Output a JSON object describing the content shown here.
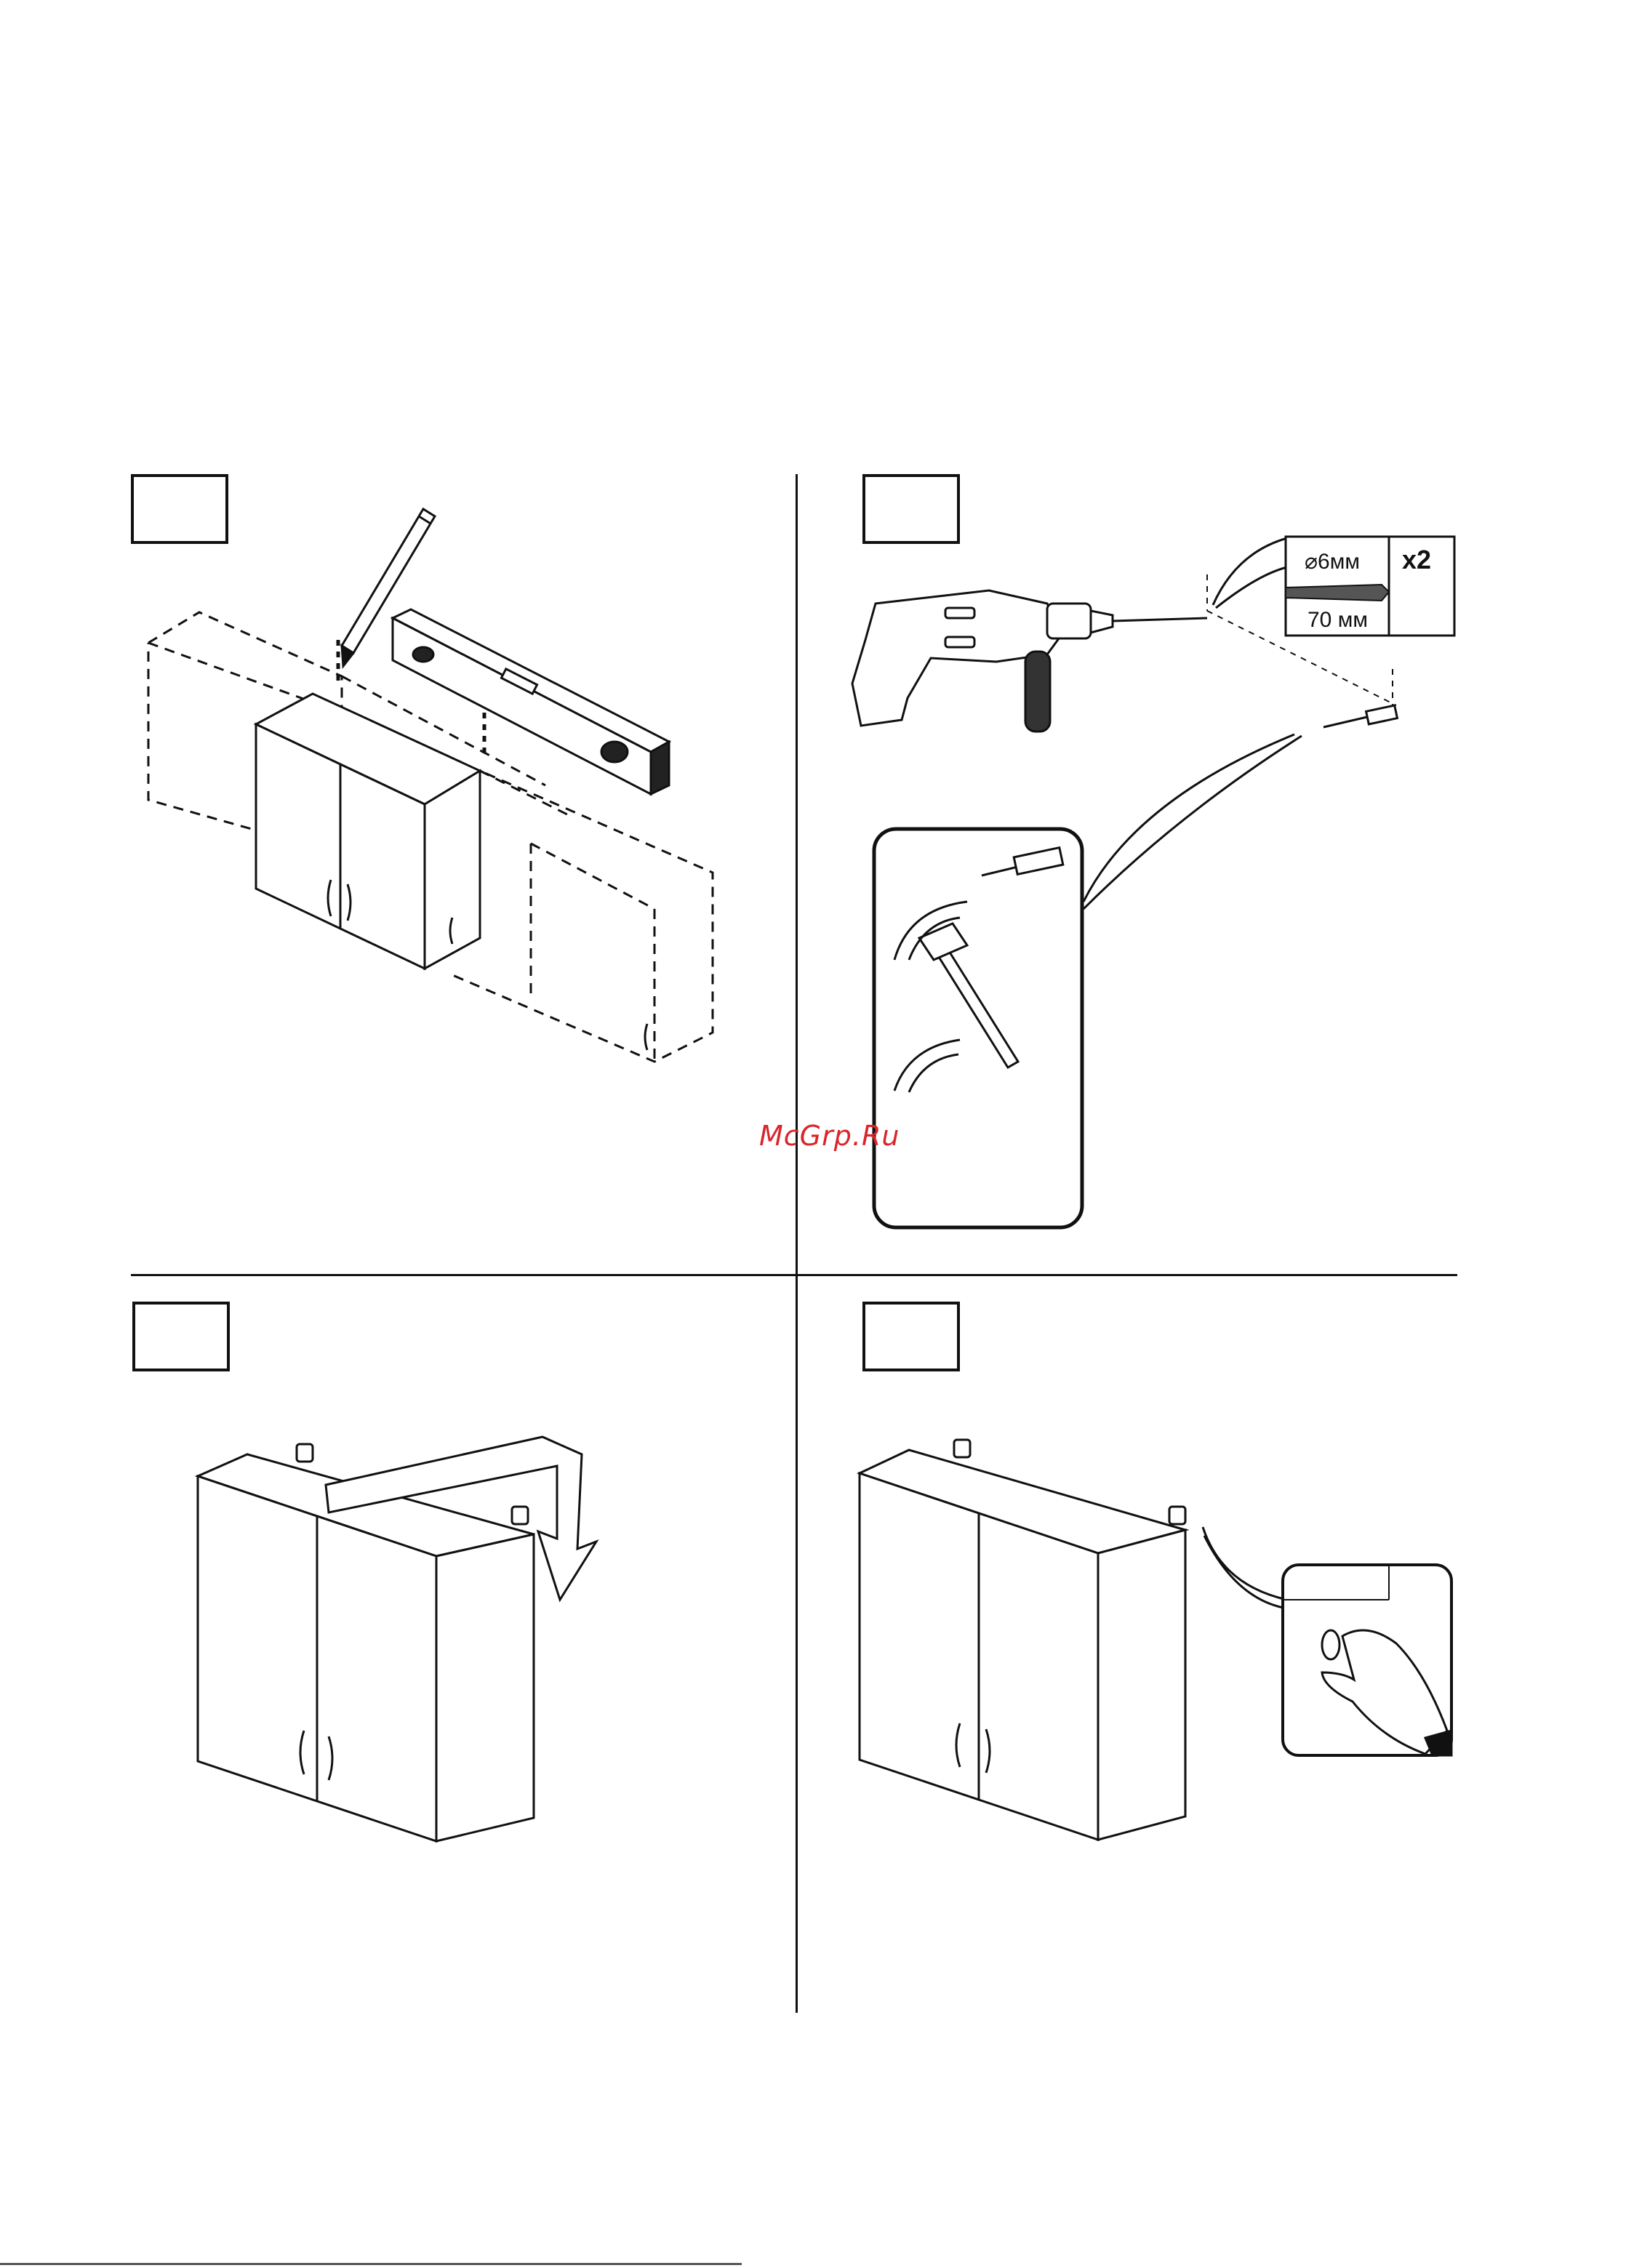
{
  "document": {
    "type": "assembly-instructions-page",
    "watermark": "McGrp.Ru"
  },
  "steps": [
    {
      "id": "step-1",
      "number_label": "",
      "content": "mark-wall-with-level-and-pencil"
    },
    {
      "id": "step-2",
      "number_label": "",
      "content": "drill-holes-insert-dowels"
    },
    {
      "id": "step-3",
      "number_label": "",
      "content": "hang-cabinet-on-hooks"
    },
    {
      "id": "step-4",
      "number_label": "",
      "content": "adjust-hanger-screws"
    }
  ],
  "drill_spec": {
    "diameter_label": "⌀6мм",
    "depth_label": "70 мм",
    "quantity_label": "x2"
  },
  "colors": {
    "line": "#111111",
    "watermark": "#d9262b",
    "background": "#ffffff"
  }
}
